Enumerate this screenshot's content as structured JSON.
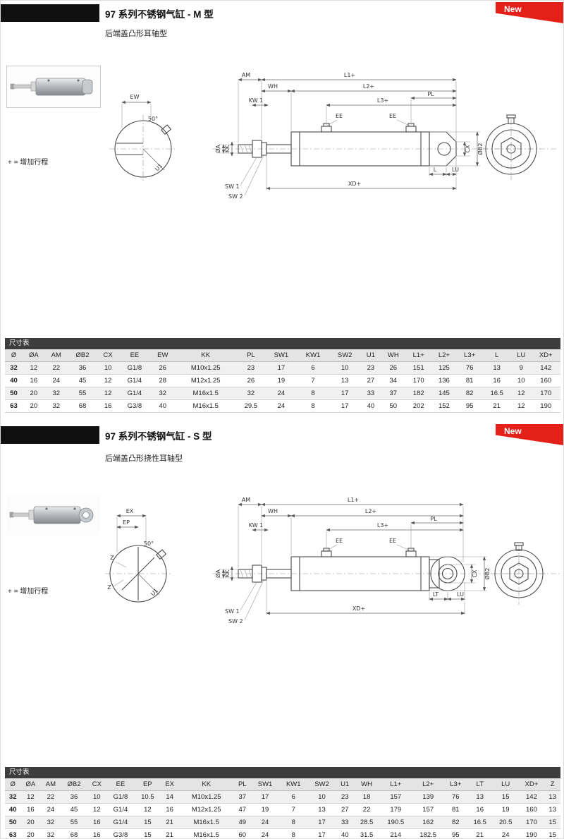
{
  "stroke_note": "+ = 增加行程",
  "sections": [
    {
      "title": "97 系列不锈钢气缸 - M 型",
      "badge": "New",
      "subtitle": "后端盖凸形耳轴型",
      "labels": {
        "ew": "EW",
        "angle": "50°",
        "u1": "U1",
        "am": "AM",
        "wh": "WH",
        "kw1": "KW 1",
        "l1": "L1+",
        "l2": "L2+",
        "l3": "L3+",
        "pl": "PL",
        "ee_left": "EE",
        "ee_right": "EE",
        "oa": "ØA",
        "kk": "KK",
        "sw1": "SW 1",
        "sw2": "SW 2",
        "cx": "CX",
        "ob2": "ØB2",
        "l": "L",
        "lu": "LU",
        "xd": "XD+"
      },
      "table": {
        "caption": "尺寸表",
        "columns": [
          "Ø",
          "ØA",
          "AM",
          "ØB2",
          "CX",
          "EE",
          "EW",
          "KK",
          "PL",
          "SW1",
          "KW1",
          "SW2",
          "U1",
          "WH",
          "L1+",
          "L2+",
          "L3+",
          "L",
          "LU",
          "XD+"
        ],
        "rows": [
          [
            "32",
            "12",
            "22",
            "36",
            "10",
            "G1/8",
            "26",
            "M10x1.25",
            "23",
            "17",
            "6",
            "10",
            "23",
            "26",
            "151",
            "125",
            "76",
            "13",
            "9",
            "142"
          ],
          [
            "40",
            "16",
            "24",
            "45",
            "12",
            "G1/4",
            "28",
            "M12x1.25",
            "26",
            "19",
            "7",
            "13",
            "27",
            "34",
            "170",
            "136",
            "81",
            "16",
            "10",
            "160"
          ],
          [
            "50",
            "20",
            "32",
            "55",
            "12",
            "G1/4",
            "32",
            "M16x1.5",
            "32",
            "24",
            "8",
            "17",
            "33",
            "37",
            "182",
            "145",
            "82",
            "16.5",
            "12",
            "170"
          ],
          [
            "63",
            "20",
            "32",
            "68",
            "16",
            "G3/8",
            "40",
            "M16x1.5",
            "29.5",
            "24",
            "8",
            "17",
            "40",
            "50",
            "202",
            "152",
            "95",
            "21",
            "12",
            "190"
          ]
        ]
      }
    },
    {
      "title": "97 系列不锈钢气缸 - S 型",
      "badge": "New",
      "subtitle": "后端盖凸形挠性耳轴型",
      "labels": {
        "ex": "EX",
        "ep": "EP",
        "angle": "50°",
        "z": "Z",
        "u1": "U1",
        "am": "AM",
        "wh": "WH",
        "kw1": "KW 1",
        "l1": "L1+",
        "l2": "L2+",
        "l3": "L3+",
        "pl": "PL",
        "ee_left": "EE",
        "ee_right": "EE",
        "oa": "ØA",
        "kk": "KK",
        "sw1": "SW 1",
        "sw2": "SW 2",
        "cx": "CX",
        "ob2": "ØB2",
        "lt": "LT",
        "lu": "LU",
        "xd": "XD+"
      },
      "table": {
        "caption": "尺寸表",
        "columns": [
          "Ø",
          "ØA",
          "AM",
          "ØB2",
          "CX",
          "EE",
          "EP",
          "EX",
          "KK",
          "PL",
          "SW1",
          "KW1",
          "SW2",
          "U1",
          "WH",
          "L1+",
          "L2+",
          "L3+",
          "LT",
          "LU",
          "XD+",
          "Z"
        ],
        "rows": [
          [
            "32",
            "12",
            "22",
            "36",
            "10",
            "G1/8",
            "10.5",
            "14",
            "M10x1.25",
            "37",
            "17",
            "6",
            "10",
            "23",
            "18",
            "157",
            "139",
            "76",
            "13",
            "15",
            "142",
            "13"
          ],
          [
            "40",
            "16",
            "24",
            "45",
            "12",
            "G1/4",
            "12",
            "16",
            "M12x1.25",
            "47",
            "19",
            "7",
            "13",
            "27",
            "22",
            "179",
            "157",
            "81",
            "16",
            "19",
            "160",
            "13"
          ],
          [
            "50",
            "20",
            "32",
            "55",
            "16",
            "G1/4",
            "15",
            "21",
            "M16x1.5",
            "49",
            "24",
            "8",
            "17",
            "33",
            "28.5",
            "190.5",
            "162",
            "82",
            "16.5",
            "20.5",
            "170",
            "15"
          ],
          [
            "63",
            "20",
            "32",
            "68",
            "16",
            "G3/8",
            "15",
            "21",
            "M16x1.5",
            "60",
            "24",
            "8",
            "17",
            "40",
            "31.5",
            "214",
            "182.5",
            "95",
            "21",
            "24",
            "190",
            "15"
          ]
        ]
      }
    }
  ]
}
